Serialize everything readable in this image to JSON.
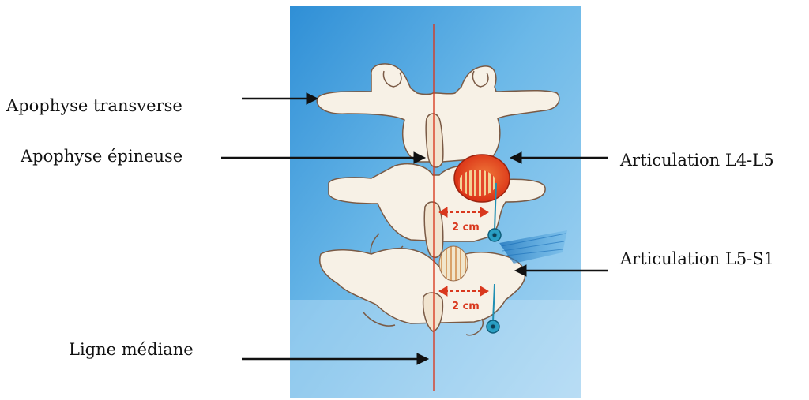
{
  "labels": {
    "apophyse_transverse": "Apophyse transverse",
    "apophyse_epineuse": "Apophyse épineuse",
    "articulation_l4_l5": "Articulation L4-L5",
    "articulation_l5_s1": "Articulation L5-S1",
    "ligne_mediane": "Ligne médiane"
  },
  "measurements": {
    "upper_distance": "2 cm",
    "lower_distance": "2 cm"
  },
  "colors": {
    "background_blue": "#4aa3de",
    "bone": "#f7f1e6",
    "bone_outline": "#7a5a45",
    "joint_red": "#e23b1d",
    "joint_stripe": "#f3d690",
    "measure_red": "#d9381e",
    "needle_teal": "#1f8fb3",
    "arrow": "#111111"
  }
}
